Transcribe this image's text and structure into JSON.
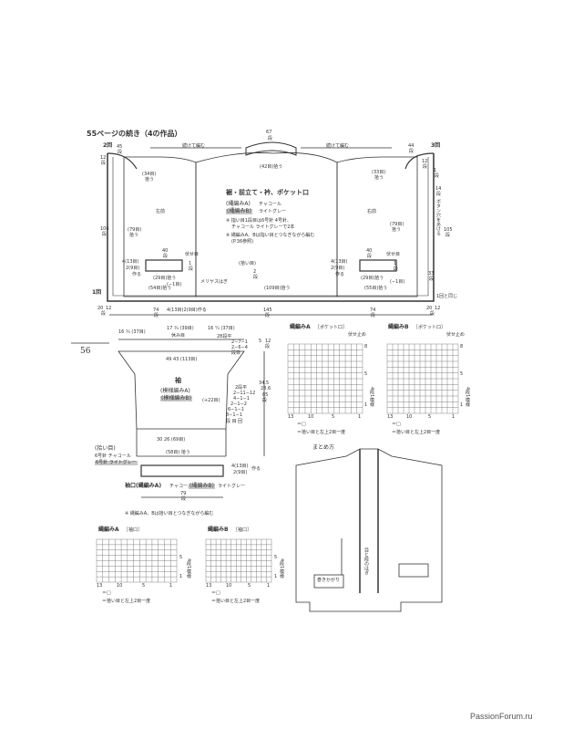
{
  "page": {
    "number": "56",
    "continuation_title": "55ページの続き（4の作品）",
    "watermark": "PassionForum.ru"
  },
  "body_diagram": {
    "top_right_label": "3回",
    "top_left_label": "2回",
    "bottom_left_label": "1回",
    "continue_left": "続けて編む",
    "continue_right": "続けて編む",
    "collar_top": "67",
    "collar_top_unit": "段",
    "collar_pickup": "(42目)拾う",
    "left_45": "45",
    "left_45_unit": "段",
    "right_44": "44",
    "right_44_unit": "段",
    "left_12": "12",
    "left_12_unit": "段",
    "right_12": "12",
    "right_12_unit": "段",
    "left_34": "(34目)",
    "left_34_b": "拾う",
    "right_33": "(33目)",
    "right_33_b": "拾う",
    "center_title": "裾・前立て・衿、ポケット口",
    "pattern_a": "(縄編みA)",
    "pattern_a_color": "チャコール",
    "pattern_b": "(縄編みB)",
    "pattern_b_color": "ライトグレー",
    "note1": "※ 指い目1段目は6号針 4号針、",
    "note2": "チャコール ライトグレーで2本",
    "note3": "※ 縄編みA、Bは指い目とつなぎながら編む",
    "note4": "(P.36参照)",
    "left_front": "左前",
    "right_front": "右前",
    "left_106": "106",
    "left_106_unit": "段",
    "right_105": "105",
    "right_105_unit": "段",
    "left_79": "(79目)",
    "left_79_b": "拾う",
    "right_79": "(79目)",
    "right_79_b": "拾う",
    "left_40": "40",
    "left_40_unit": "段",
    "right_40": "40",
    "right_40_unit": "段",
    "stop_left": "伏せ目",
    "stop_right": "伏せ目",
    "left_4_13": "4(13目)",
    "left_2_9": "2(9目)",
    "left_make": "作る",
    "right_4_13": "4(13目)",
    "right_2_9": "2(9目)",
    "right_make": "作る",
    "left_29": "(29目)拾う",
    "right_29": "(29目)拾う",
    "left_minus1": "(−1目)",
    "right_minus1": "(−1目)",
    "left_1": "1",
    "left_1_unit": "段",
    "right_1": "1",
    "right_1_unit": "段",
    "pickup_center": "(拾い目)",
    "center_2": "2",
    "center_2_unit": "段",
    "slant_needle": "メリヤスはぎ",
    "left_54": "(54目)拾う",
    "bottom_109": "(109目)拾う",
    "right_55": "(55目)拾う",
    "right_same": "1回と同じ",
    "button_band": "ボタン穴をあける",
    "right_14": "14",
    "right_14_unit": "段",
    "right_33b": "33",
    "right_33b_unit": "段",
    "right_1b": "1",
    "right_1b_unit": "段",
    "bottom_20": "20",
    "bottom_12": "12",
    "bottom_unit": "段",
    "bottom_74": "74",
    "bottom_74_unit": "段",
    "bottom_145": "145",
    "bottom_145_unit": "段",
    "bottom_74r": "74",
    "bottom_74r_unit": "段",
    "bottom_20r": "20",
    "bottom_12r": "12",
    "bottom_unitr": "段",
    "bottom_make": "4(13目)2(9目)作る"
  },
  "sleeve": {
    "top_dims_a": "16 ¾ (37目)",
    "top_dims_b": "17 ¾ (39目)",
    "top_dims_c": "16 ¼ (37目)",
    "rest": "休み目",
    "row_28": "28段平",
    "row_a": "2−7−1",
    "row_b": "2−6−4",
    "row_c": "段目",
    "width": "49 43 (113目)",
    "title": "袖",
    "pat_a": "(模様編みA)",
    "pat_b": "(模様編みB)",
    "plus22": "(+22目)",
    "side_5": "5",
    "side_12": "12",
    "side_unit": "段",
    "side_345": "34.5",
    "side_286": "28.6",
    "side_85": "85",
    "side_85_unit": "段",
    "row2_a": "2段平",
    "row2_b": "2−11−12",
    "row2_c": "4−1−1",
    "row2_d": "2−1−2",
    "row2_e": "6−1−1",
    "row2_f": "8−1−1",
    "row2_g": "段 目 回",
    "bottom_width": "30 26 (69目)",
    "bottom_pickup": "(58目) 拾う",
    "pickup_title": "(拾い目)",
    "pickup_a": "6号針 チャコール",
    "pickup_b": "6号針 ライトグレー",
    "cuff_4": "4(13目)",
    "cuff_2": "2(9目)",
    "cuff_make": "作る",
    "cuff_title": "袖口(縄編みA)",
    "cuff_a_color": "チャコール",
    "cuff_b": "(縄編みB)",
    "cuff_b_color": "ライトグレー",
    "cuff_79": "79",
    "cuff_79_unit": "段",
    "cuff_note": "※ 縄編みA、Bは拾い目とつなぎながら編む"
  },
  "chart_a_pocket": {
    "title": "縄編みA",
    "sub": "［ポケット口］",
    "stop": "伏せ止め",
    "rows": [
      "8",
      "5",
      "1"
    ],
    "cols": [
      "13",
      "10",
      "5",
      "1"
    ],
    "side": "4段1模様",
    "legend": "＝□",
    "legend2": "＝拾い目と左上2目一度"
  },
  "chart_b_pocket": {
    "title": "縄編みB",
    "sub": "［ポケット口］",
    "stop": "伏せ止め",
    "rows": [
      "8",
      "5",
      "1"
    ],
    "cols": [
      "13",
      "10",
      "5",
      "1"
    ],
    "side": "4段1模様",
    "legend": "＝□",
    "legend2": "＝拾い目と左上2目一度"
  },
  "chart_a_cuff": {
    "title": "縄編みA",
    "sub": "［袖口］",
    "rows": [
      "5",
      "1"
    ],
    "cols": [
      "13",
      "10",
      "5",
      "1"
    ],
    "side": "4段1模様",
    "legend": "＝□",
    "legend2": "＝拾い目と左上2目一度"
  },
  "chart_b_cuff": {
    "title": "縄編みB",
    "sub": "［袖口］",
    "rows": [
      "5",
      "1"
    ],
    "cols": [
      "13",
      "10",
      "5",
      "1"
    ],
    "side": "4段1模様",
    "legend": "＝□",
    "legend2": "＝拾い目と左上2目一度"
  },
  "assembly": {
    "title": "まとめ方",
    "sleeve_join": "巻きかがり",
    "side_join": "目と段のはぎ"
  }
}
